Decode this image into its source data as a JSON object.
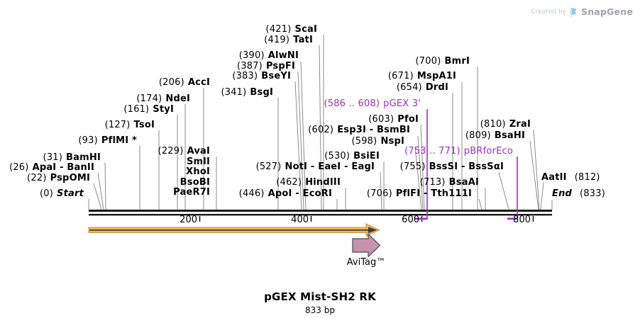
{
  "attribution": {
    "prefix": "Created by",
    "brand": "SnapGene"
  },
  "title": {
    "name": "pGEX Mist-SH2 RK",
    "length": "833 bp"
  },
  "ruler": {
    "ticks": [
      "200",
      "400",
      "600",
      "800"
    ]
  },
  "colors": {
    "primer_purple": "#A42BC8",
    "leader_gray": "#8C8C8C",
    "orf_fill": "#F0B65C",
    "orf_edge": "#C8963C",
    "avitag_fill": "#C792AB",
    "backbone": "#1A1A1A"
  },
  "features": {
    "avitag": {
      "label": "AviTag™"
    }
  },
  "primers": [
    {
      "id": "pgex3",
      "pos": "(586 .. 608)",
      "name": "pGEX 3'"
    },
    {
      "id": "pbrforeco",
      "pos": "(753 .. 771)",
      "name": "pBRforEco"
    }
  ],
  "sites": [
    {
      "id": "scai",
      "pos": "(421)",
      "name": "ScaI"
    },
    {
      "id": "tati",
      "pos": "(419)",
      "name": "TatI"
    },
    {
      "id": "alwni",
      "pos": "(390)",
      "name": "AlwNI"
    },
    {
      "id": "pspfi",
      "pos": "(387)",
      "name": "PspFI"
    },
    {
      "id": "bseyi",
      "pos": "(383)",
      "name": "BseYI"
    },
    {
      "id": "bsgi",
      "pos": "(341)",
      "name": "BsgI"
    },
    {
      "id": "acci",
      "pos": "(206)",
      "name": "AccI"
    },
    {
      "id": "ndei",
      "pos": "(174)",
      "name": "NdeI"
    },
    {
      "id": "styi",
      "pos": "(161)",
      "name": "StyI"
    },
    {
      "id": "tsoi",
      "pos": "(127)",
      "name": "TsoI"
    },
    {
      "id": "pflmi",
      "pos": "(93)",
      "name": "PflMI *"
    },
    {
      "id": "bamhi",
      "pos": "(31)",
      "name": "BamHI"
    },
    {
      "id": "apai-banii",
      "pos": "(26)",
      "name": "ApaI - BanII"
    },
    {
      "id": "pspomi",
      "pos": "(22)",
      "name": "PspOMI"
    },
    {
      "id": "start",
      "pos": "(0)",
      "name": "Start"
    },
    {
      "id": "avai-stack",
      "pos": "(229)",
      "names": [
        "AvaI",
        "SmlI",
        "XhoI",
        "BsoBI",
        "PaeR7I"
      ]
    },
    {
      "id": "noti",
      "pos": "(527)",
      "name": "NotI - EaeI - EagI"
    },
    {
      "id": "bsiei",
      "pos": "(530)",
      "name": "BsiEI"
    },
    {
      "id": "hindiii",
      "pos": "(462)",
      "name": "HindIII"
    },
    {
      "id": "apoi",
      "pos": "(446)",
      "name": "ApoI - EcoRI"
    },
    {
      "id": "pfoi",
      "pos": "(603)",
      "name": "PfoI"
    },
    {
      "id": "esp3i",
      "pos": "(602)",
      "name": "Esp3I - BsmBI"
    },
    {
      "id": "nspi",
      "pos": "(598)",
      "name": "NspI"
    },
    {
      "id": "bmri",
      "pos": "(700)",
      "name": "BmrI"
    },
    {
      "id": "mspa1i",
      "pos": "(671)",
      "name": "MspA1I"
    },
    {
      "id": "drdi",
      "pos": "(654)",
      "name": "DrdI"
    },
    {
      "id": "bsssi",
      "pos": "(755)",
      "name": "BssSI - BssSαI"
    },
    {
      "id": "bsaai",
      "pos": "(713)",
      "name": "BsaAI"
    },
    {
      "id": "pflfi",
      "pos": "(706)",
      "name": "PflFI - Tth111I"
    },
    {
      "id": "zrai",
      "pos": "(810)",
      "name": "ZraI"
    },
    {
      "id": "bsahi",
      "pos": "(809)",
      "name": "BsaHI"
    },
    {
      "id": "aatii",
      "pos": "(812)",
      "name": "AatII"
    },
    {
      "id": "end",
      "pos": "(833)",
      "name": "End"
    }
  ]
}
